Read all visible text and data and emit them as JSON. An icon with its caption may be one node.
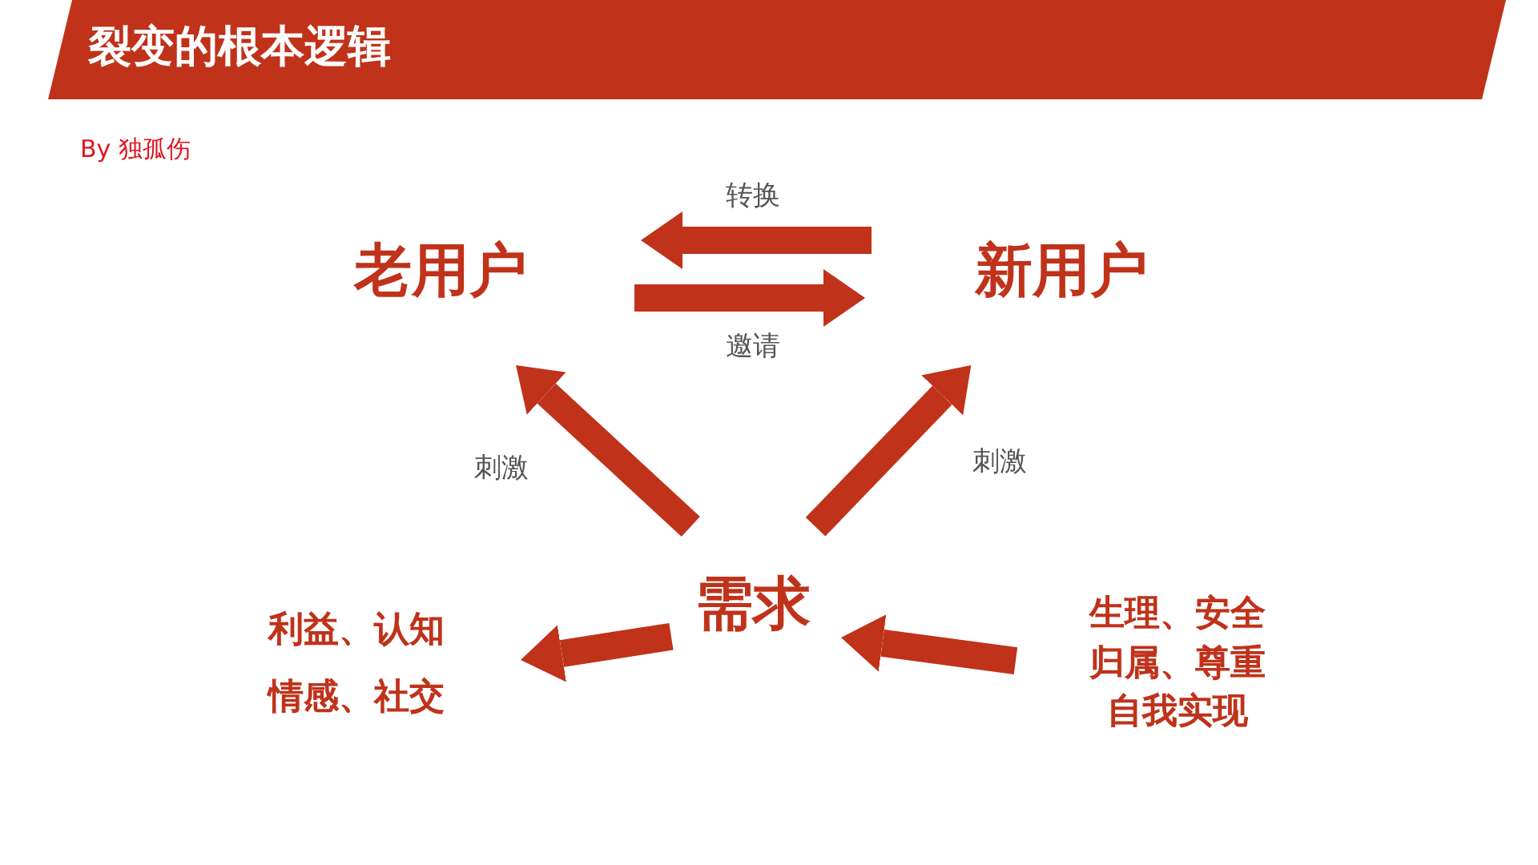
{
  "diagram": {
    "title": "裂变的根本逻辑",
    "nodes": [
      {
        "text": [
          "老用户"
        ]
      },
      {
        "text": [
          "新用户"
        ]
      },
      {
        "text": [
          "需求"
        ]
      },
      {
        "text": [
          "利益、认知",
          "情感、社交"
        ]
      },
      {
        "text": [
          "生理、安全",
          "归属、尊重",
          "自我实现"
        ]
      }
    ],
    "edges": [
      {
        "from": 1,
        "to": 0,
        "arrow": "to",
        "label": "转换"
      },
      {
        "from": 0,
        "to": 1,
        "arrow": "to",
        "label": "邀请"
      },
      {
        "from": 2,
        "to": 0,
        "arrow": "to",
        "label": "刺激"
      },
      {
        "from": 2,
        "to": 1,
        "arrow": "to",
        "label": "刺激"
      },
      {
        "from": 2,
        "to": 3,
        "arrow": "to"
      },
      {
        "from": 4,
        "to": 2,
        "arrow": "to"
      }
    ],
    "labels": [
      "By 独孤伤"
    ]
  }
}
